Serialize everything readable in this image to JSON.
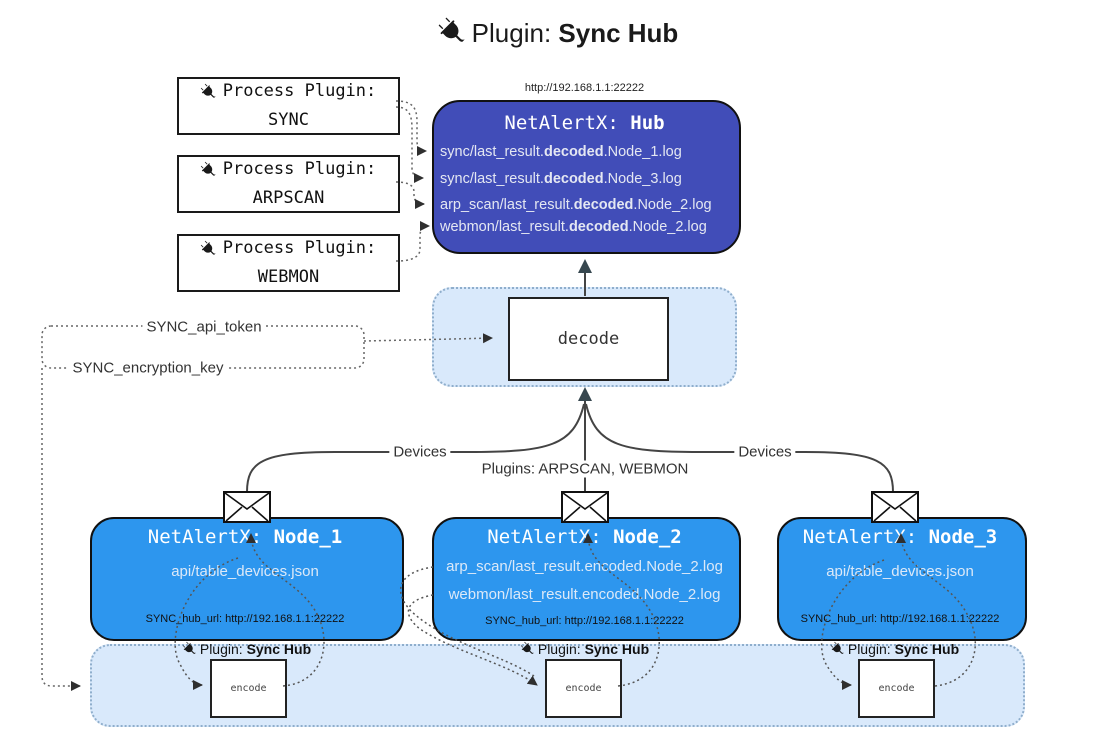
{
  "title": {
    "prefix": "Plugin: ",
    "bold": "Sync Hub"
  },
  "colors": {
    "hub_fill": "#414DB8",
    "node_fill": "#2D96EE",
    "container_fill": "#D9E9FB",
    "container_border": "#8FAECC",
    "line": "#444",
    "arrow": "#37474F",
    "dotted": "#666"
  },
  "process_plugins": [
    {
      "label": "Process Plugin:",
      "name": "SYNC"
    },
    {
      "label": "Process Plugin:",
      "name": "ARPSCAN"
    },
    {
      "label": "Process Plugin:",
      "name": "WEBMON"
    }
  ],
  "hub": {
    "url_label": "http://192.168.1.1:22222",
    "title_prefix": "NetAlertX: ",
    "title_name": "Hub",
    "lines": [
      {
        "pre": "sync/last_result.",
        "bold": "decoded",
        "post": ".Node_1.log"
      },
      {
        "pre": "sync/last_result.",
        "bold": "decoded",
        "post": ".Node_3.log"
      },
      {
        "pre": "arp_scan/last_result.",
        "bold": "decoded",
        "post": ".Node_2.log"
      },
      {
        "pre": "webmon/last_result.",
        "bold": "decoded",
        "post": ".Node_2.log"
      }
    ]
  },
  "decode_label": "decode",
  "edge_labels": {
    "api_token": "SYNC_api_token",
    "encryption_key": "SYNC_encryption_key",
    "devices_left": "Devices",
    "devices_right": "Devices",
    "plugins": "Plugins: ARPSCAN, WEBMON"
  },
  "nodes": [
    {
      "title_prefix": "NetAlertX: ",
      "title_name": "Node_1",
      "lines": [
        "api/table_devices.json"
      ],
      "hub_url": "SYNC_hub_url: http://192.168.1.1:22222"
    },
    {
      "title_prefix": "NetAlertX: ",
      "title_name": "Node_2",
      "lines": [
        "arp_scan/last_result.encoded.Node_2.log",
        "webmon/last_result.encoded.Node_2.log"
      ],
      "hub_url": "SYNC_hub_url: http://192.168.1.1:22222"
    },
    {
      "title_prefix": "NetAlertX: ",
      "title_name": "Node_3",
      "lines": [
        "api/table_devices.json"
      ],
      "hub_url": "SYNC_hub_url: http://192.168.1.1:22222"
    }
  ],
  "encode": {
    "label": "encode",
    "plugin_prefix": "Plugin: ",
    "plugin_bold": "Sync Hub"
  }
}
